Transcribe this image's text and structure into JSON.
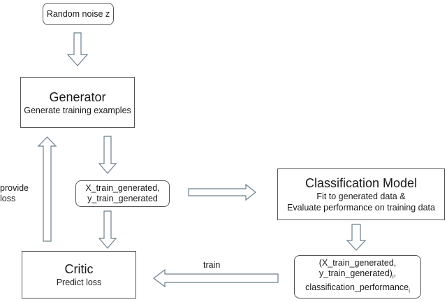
{
  "noise": {
    "label": "Random noise z"
  },
  "generator": {
    "title": "Generator",
    "subtitle": "Generate training examples"
  },
  "generated": {
    "line1": "X_train_generated,",
    "line2": "y_train_generated"
  },
  "classifier": {
    "title": "Classification Model",
    "line1": "Fit to generated data &",
    "line2": "Evaluate performance on training data"
  },
  "result": {
    "line1": "(X_train_generated,",
    "line2": "y_train_generated)",
    "line2_sub": "i",
    "line3": "classification_performance",
    "line3_sub": "i"
  },
  "critic": {
    "title": "Critic",
    "subtitle": "Predict loss"
  },
  "labels": {
    "train": "train",
    "provide_loss_1": "provide",
    "provide_loss_2": "loss"
  }
}
